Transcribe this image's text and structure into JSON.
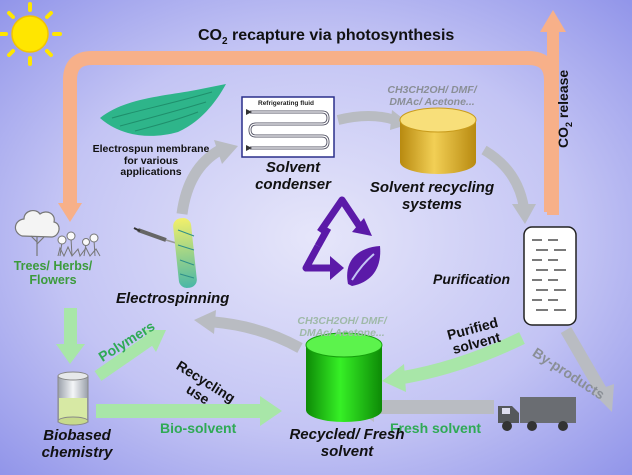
{
  "labels": {
    "title_main": "CO",
    "title_sub": "2",
    "title_rest": " recapture via photosynthesis",
    "co2_release_main": "CO",
    "co2_release_sub": "2",
    "co2_release_rest": " release",
    "membrane": "Electrospun membrane for various applications",
    "condenser": "Solvent condenser",
    "refrigerating_fluid": "Refrigerating fluid",
    "solvent_list_top": "CH3CH2OH/ DMF/ DMAc/ Acetone...",
    "solvent_list_bottom": "CH3CH2OH/ DMF/ DMAc/ Acetone...",
    "recycling_systems": "Solvent recycling systems",
    "trees": "Trees/ Herbs/ Flowers",
    "electrospinning": "Electrospinning",
    "purification": "Purification",
    "polymers": "Polymers",
    "recycling_use": "Recycling use",
    "purified_solvent": "Purified solvent",
    "by_products": "By-products",
    "bio_solvent": "Bio-solvent",
    "fresh_solvent": "Fresh solvent",
    "biobased_chemistry": "Biobased chemistry",
    "recycled_fresh": "Recycled/ Fresh solvent"
  },
  "colors": {
    "background_light": "#dcdcf7",
    "background_dark": "#8c8fe9",
    "co2_arrow": "#f7b48a",
    "green_arrow": "#a8e6a8",
    "gray_arrow": "#b9bcc2",
    "gold_cylinder": "#e8bc30",
    "green_cylinder": "#22d414",
    "recycle_icon": "#5b1aa8",
    "sun": "#ffe500",
    "text_green": "#2faa55",
    "text_gray": "#8a8f96"
  },
  "icons": [
    "sun-icon",
    "tree-icon",
    "flower-icon",
    "recycle-leaf-icon",
    "truck-icon",
    "syringe-icon"
  ]
}
